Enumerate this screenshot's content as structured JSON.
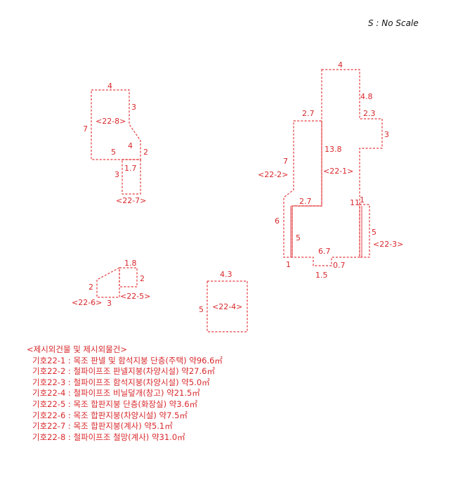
{
  "scale_note": "S : No Scale",
  "colors": {
    "line": "#e3393c",
    "text": "#d8282c",
    "note": "#111111"
  },
  "diagram": {
    "building_labels": {
      "b22_1": "<22-1>",
      "b22_2": "<22-2>",
      "b22_3": "<22-3>",
      "b22_4": "<22-4>",
      "b22_5": "<22-5>",
      "b22_6": "<22-6>",
      "b22_7": "<22-7>",
      "b22_8": "<22-8>"
    },
    "dimensions": {
      "d22_8_top": "4",
      "d22_8_right": "3",
      "d22_8_left": "7",
      "d22_8_bottom": "5",
      "d22_8_notch_h": "4",
      "d22_8_notch_v": "2",
      "d22_7_top": "1.7",
      "d22_7_left": "3",
      "d22_1_top": "4",
      "d22_1_right_upper": "4.8",
      "d22_1_step": "2.3",
      "d22_1_right_ext": "3",
      "d22_1_inner": "13.8",
      "d22_1_right_lower": "11",
      "d22_2_top": "2.7",
      "d22_2_left": "7",
      "d22_1_mid": "2.7",
      "d22_1_left_lower": "6",
      "d22_1_inner_lower": "5",
      "d22_1_bottom": "6.7",
      "d22_1_corner": "1",
      "d22_1_notch_h": "0.7",
      "d22_1_notch_v": "1.5",
      "d22_3_left": "1",
      "d22_3_right": "5",
      "d22_5_top": "1.8",
      "d22_5_right": "2",
      "d22_6_left": "2",
      "d22_6_bottom": "3",
      "d22_4_top": "4.3",
      "d22_4_left": "5"
    }
  },
  "legend": {
    "title": "<제시외건물 및 제시외물건>",
    "items": [
      "기호22-1 : 목조 판넬 및 함석지붕 단층(주택) 약96.6㎡",
      "기호22-2 : 철파이프조 판넬지붕(차양시설) 약27.6㎡",
      "기호22-3 : 철파이프조 함석지붕(차양시설) 약5.0㎡",
      "기호22-4 : 철파이프조 비닐덮개(창고) 약21.5㎡",
      "기호22-5 : 목조 합판지붕 단층(화장실) 약3.6㎡",
      "기호22-6 : 목조 합판지붕(차양시설) 약7.5㎡",
      "기호22-7 : 목조 합판지붕(계사) 약5.1㎡",
      "기호22-8 : 철파이프조 철망(계사) 약31.0㎡"
    ]
  }
}
